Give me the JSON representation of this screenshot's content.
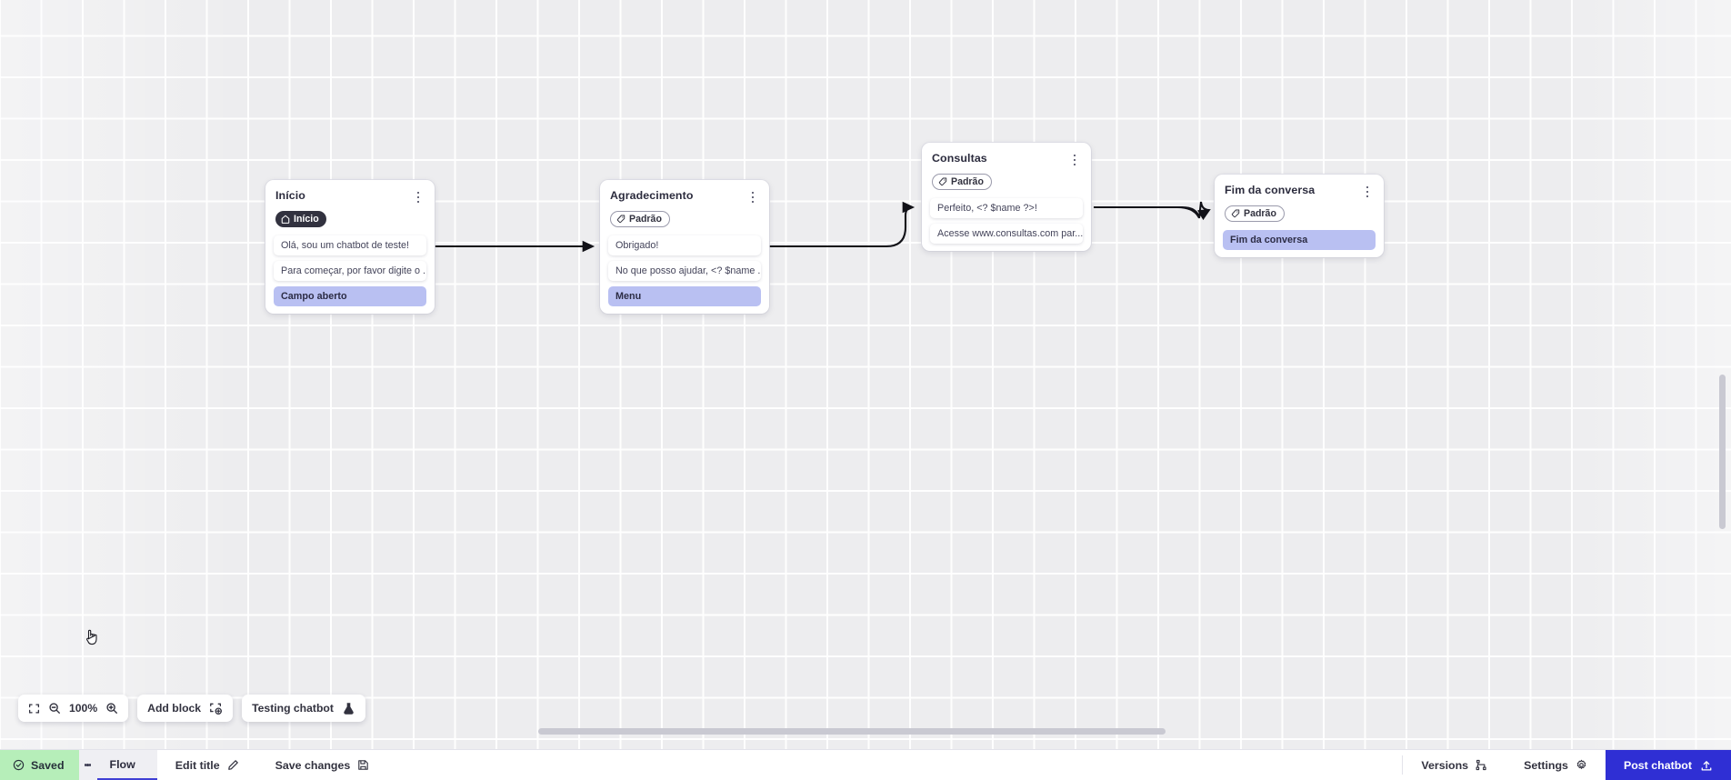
{
  "canvas": {
    "zoom_level": "100%",
    "grid": "dotted-grid"
  },
  "nodes": [
    {
      "id": "inicio",
      "title": "Início",
      "badge": {
        "label": "Início",
        "type": "start",
        "icon": "home-icon"
      },
      "rows": [
        {
          "text": "Olá, sou um chatbot de teste!",
          "type": "message"
        },
        {
          "text": "Para começar, por favor digite o ...",
          "type": "message"
        },
        {
          "text": "Campo aberto",
          "type": "action"
        }
      ]
    },
    {
      "id": "agradecimento",
      "title": "Agradecimento",
      "badge": {
        "label": "Padrão",
        "type": "default",
        "icon": "tag-icon"
      },
      "rows": [
        {
          "text": "Obrigado!",
          "type": "message"
        },
        {
          "text": "No que posso ajudar, <? $name ...",
          "type": "message"
        },
        {
          "text": "Menu",
          "type": "action"
        }
      ]
    },
    {
      "id": "consultas",
      "title": "Consultas",
      "badge": {
        "label": "Padrão",
        "type": "default",
        "icon": "tag-icon"
      },
      "rows": [
        {
          "text": "Perfeito, <? $name ?>!",
          "type": "message"
        },
        {
          "text": "Acesse www.consultas.com par...",
          "type": "message"
        }
      ]
    },
    {
      "id": "fim-da-conversa",
      "title": "Fim da conversa",
      "badge": {
        "label": "Padrão",
        "type": "default",
        "icon": "tag-icon"
      },
      "rows": [
        {
          "text": "Fim da conversa",
          "type": "action"
        }
      ]
    }
  ],
  "toolbar": {
    "fit_icon": "fit-screen-icon",
    "zoom_out_icon": "zoom-out-icon",
    "zoom_value": "100%",
    "zoom_in_icon": "zoom-in-icon",
    "add_block_label": "Add block",
    "add_block_icon": "add-block-icon",
    "testing_chatbot_label": "Testing chatbot",
    "testing_chatbot_icon": "flask-icon"
  },
  "statusbar": {
    "saved_label": "Saved",
    "saved_icon": "check-circle-icon",
    "tab_menu_icon": "kebab-icon",
    "flow_tab_label": "Flow",
    "edit_title_label": "Edit title",
    "edit_title_icon": "pencil-icon",
    "save_changes_label": "Save changes",
    "save_changes_icon": "floppy-disk-icon",
    "versions_label": "Versions",
    "versions_icon": "branch-icon",
    "settings_label": "Settings",
    "settings_icon": "gear-icon",
    "post_chatbot_label": "Post chatbot",
    "post_chatbot_icon": "upload-icon"
  },
  "colors": {
    "accent": "#2f2fd4",
    "saved_bg": "#b6eeb9",
    "action_row": "#b9c0f2",
    "badge_start_bg": "#32323f",
    "canvas_bg": "#ededef"
  }
}
